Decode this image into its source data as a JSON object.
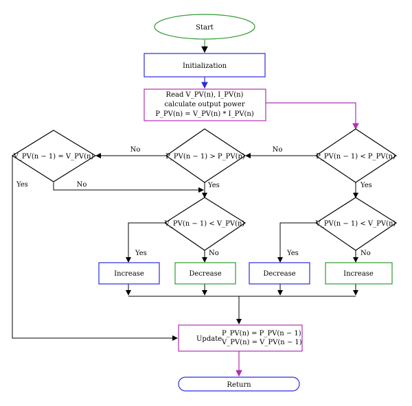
{
  "colors": {
    "green": "#2e9a2e",
    "blue": "#2a2ae0",
    "magenta": "#b030b0",
    "black": "#000000"
  },
  "nodes": {
    "start": "Start",
    "init": "Initialization",
    "read": {
      "line1": "Read V_PV(n), I_PV(n)",
      "line2": "calculate output power",
      "line3": "P_PV(n) = V_PV(n) * I_PV(n)"
    },
    "d_p_less": "P_PV(n − 1) < P_PV(n)",
    "d_p_greater": "P_PV(n − 1) > P_PV(n)",
    "d_v_equal": "V_PV(n − 1) = V_PV(n)",
    "d_v_less_left": "V_PV(n − 1) < V_PV(n)",
    "d_v_less_right": "V_PV(n − 1) < V_PV(n)",
    "box1": "Increase",
    "box2": "Decrease",
    "box3": "Decrease",
    "box4": "Increase",
    "update": {
      "label": "Update",
      "line1": "P_PV(n) = P_PV(n − 1)",
      "line2": "V_PV(n) = V_PV(n − 1)"
    },
    "return": "Return"
  },
  "edge_labels": {
    "no_1": "No",
    "no_2": "No",
    "no_3": "No",
    "yes_1": "Yes",
    "yes_2": "Yes",
    "yes_3": "Yes",
    "yes_4": "Yes",
    "no_4": "No",
    "yes_5": "Yes",
    "no_5": "No"
  }
}
